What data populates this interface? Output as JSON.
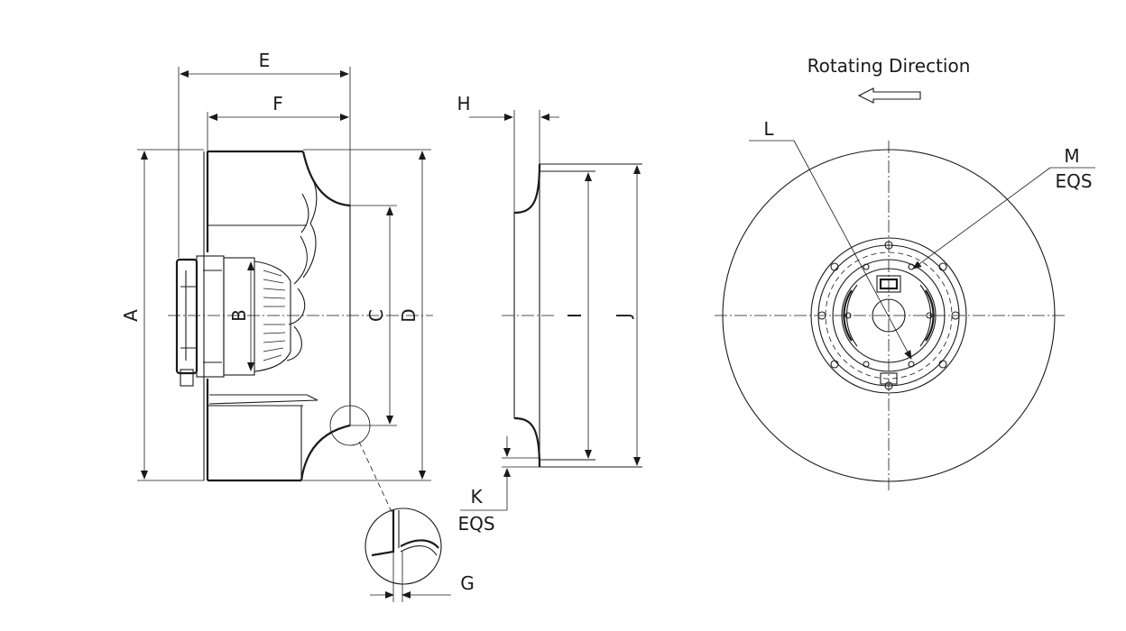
{
  "diagram": {
    "side_view": {
      "dimension_labels": {
        "A": "A",
        "B": "B",
        "C": "C",
        "D": "D",
        "E": "E",
        "F": "F",
        "G": "G"
      }
    },
    "inlet_ring_view": {
      "dimension_labels": {
        "H": "H",
        "I": "I",
        "J": "J",
        "K": "K"
      },
      "k_note": "EQS"
    },
    "front_view": {
      "rotation_label": "Rotating Direction",
      "dimension_labels": {
        "L": "L",
        "M": "M"
      },
      "m_note": "EQS"
    }
  }
}
